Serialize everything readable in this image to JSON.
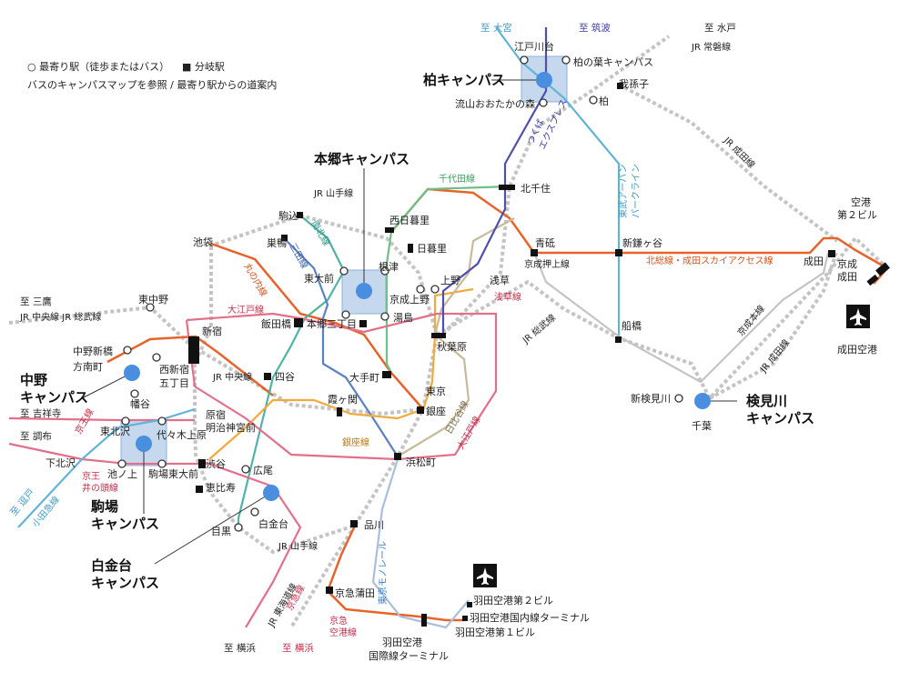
{
  "legend": {
    "nearest_station": "○ 最寄り駅（徒歩またはバス）",
    "junction_station": "■ 分岐駅",
    "note": "バスのキャンパスマップを参照 / 最寄り駅からの道案内"
  },
  "campuses": {
    "kashiwa": "柏キャンパス",
    "hongo": "本郷キャンパス",
    "nakano_1": "中野",
    "nakano_2": "キャンパス",
    "komaba_1": "駒場",
    "komaba_2": "キャンパス",
    "shirokane_1": "白金台",
    "shirokane_2": "キャンパス",
    "kemigawa_1": "検見川",
    "kemigawa_2": "キャンパス"
  },
  "stations": {
    "edogawadai": "江戸川台",
    "kashiwanoha": "柏の葉キャンパス",
    "nagareyama": "流山おおたかの森",
    "kashiwa": "柏",
    "abiko": "我孫子",
    "kitasenju": "北千住",
    "komagome": "駒込",
    "sugamo": "巣鴨",
    "nishinippori": "西日暮里",
    "nippori": "日暮里",
    "ikebukuro": "池袋",
    "todaimae": "東大前",
    "nezu": "根津",
    "ueno": "上野",
    "asakusa": "浅草",
    "keiseiueno": "京成上野",
    "hongosanchome": "本郷三丁目",
    "yushima": "湯島",
    "iidabashi": "飯田橋",
    "akihabara": "秋葉原",
    "higashinakano": "東中野",
    "shinjuku": "新宿",
    "nakanoshinbashi": "中野新橋",
    "honancho": "方南町",
    "nishishinjuku_1": "西新宿",
    "nishishinjuku_2": "五丁目",
    "yotsuya": "四谷",
    "otemachi": "大手町",
    "tokyo": "東京",
    "kasumigaseki": "霞ヶ関",
    "ginza": "銀座",
    "hatagaya": "幡谷",
    "higashikitazawa": "東北沢",
    "yoyogiuehara": "代々木上原",
    "harajuku": "原宿",
    "meijijingumae": "明治神宮前",
    "shimokitazawa": "下北沢",
    "ikenoue": "池ノ上",
    "komabatodaimae": "駒場東大前",
    "shibuya": "渋谷",
    "hiroo": "広尾",
    "ebisu": "恵比寿",
    "hamamatsucho": "浜松町",
    "shirokanedai": "白金台",
    "meguro": "目黒",
    "shinagawa": "品川",
    "keikyukamata": "京急蒲田",
    "haneda_t2": "羽田空港第２ビル",
    "haneda_dom": "羽田空港国内線ターミナル",
    "haneda_t1": "羽田空港第１ビル",
    "haneda_intl_1": "羽田空港",
    "haneda_intl_2": "国際線ターミナル",
    "aoto": "青砥",
    "shinkamagaya": "新鎌ヶ谷",
    "narita": "成田",
    "keiseinarita_1": "京成",
    "keiseinarita_2": "成田",
    "narita_t2_1": "空港",
    "narita_t2_2": "第２ビル",
    "narita_airport": "成田空港",
    "funabashi": "船橋",
    "shinkemigawa": "新検見川",
    "chiba": "千葉"
  },
  "destinations": {
    "omiya": "至 大宮",
    "tsukuba": "至 筑波",
    "mito": "至 水戸",
    "mitaka": "至 三鷹",
    "kichijoji": "至 吉祥寺",
    "chofu": "至 調布",
    "zushi": "至 逗戸",
    "yokohama_jr": "至 横浜",
    "yokohama_kk": "至 横浜"
  },
  "lines": {
    "jr_joban": "JR 常磐線",
    "jr_yamanote_top": "JR 山手線",
    "jr_yamanote_bottom": "JR 山手線",
    "jr_narita": "JR 成田線",
    "jr_narita2": "JR 成田線",
    "jr_sobu_chuo": "JR 中央線  JR 総武線",
    "jr_sobu": "JR 総武線",
    "jr_chuo": "JR 中央線",
    "jr_tokaido": "JR 東海道線",
    "tx_1": "つくば",
    "tx_2": "エクスプレス",
    "tobu_1": "東武アーバン",
    "tobu_2": "パークライン",
    "chiyoda": "千代田線",
    "namboku": "南北線",
    "mita": "三田線",
    "marunouchi": "丸の内線",
    "oedo": "大江戸線",
    "oedo2": "大江戸線",
    "asakusa_line": "浅草線",
    "keisei_oshiage": "京成押上線",
    "hokuso": "北総線・成田スカイアクセス線",
    "keisei_main": "京成本線",
    "hibiya": "日比谷線",
    "ginza_line": "銀座線",
    "keio": "京王線",
    "inokashira_1": "京王",
    "inokashira_2": "井の頭線",
    "odakyu": "小田急線",
    "monorail": "東京モノレール",
    "keikyu_1": "京急",
    "keikyu_2": "空港線",
    "keikyu_main": "京急線"
  },
  "colors": {
    "jr": "#c0c0c0",
    "orange": "#e8632a",
    "chiyoda": "#6fbf88",
    "namboku": "#4fb3a6",
    "mita": "#5d7fc4",
    "ginza": "#f2a93b",
    "hibiya": "#c8b99a",
    "tokyu": "#e2708a",
    "tx": "#4f4fb0",
    "tobu": "#62b3d8",
    "campus": "#4a8ee0"
  }
}
